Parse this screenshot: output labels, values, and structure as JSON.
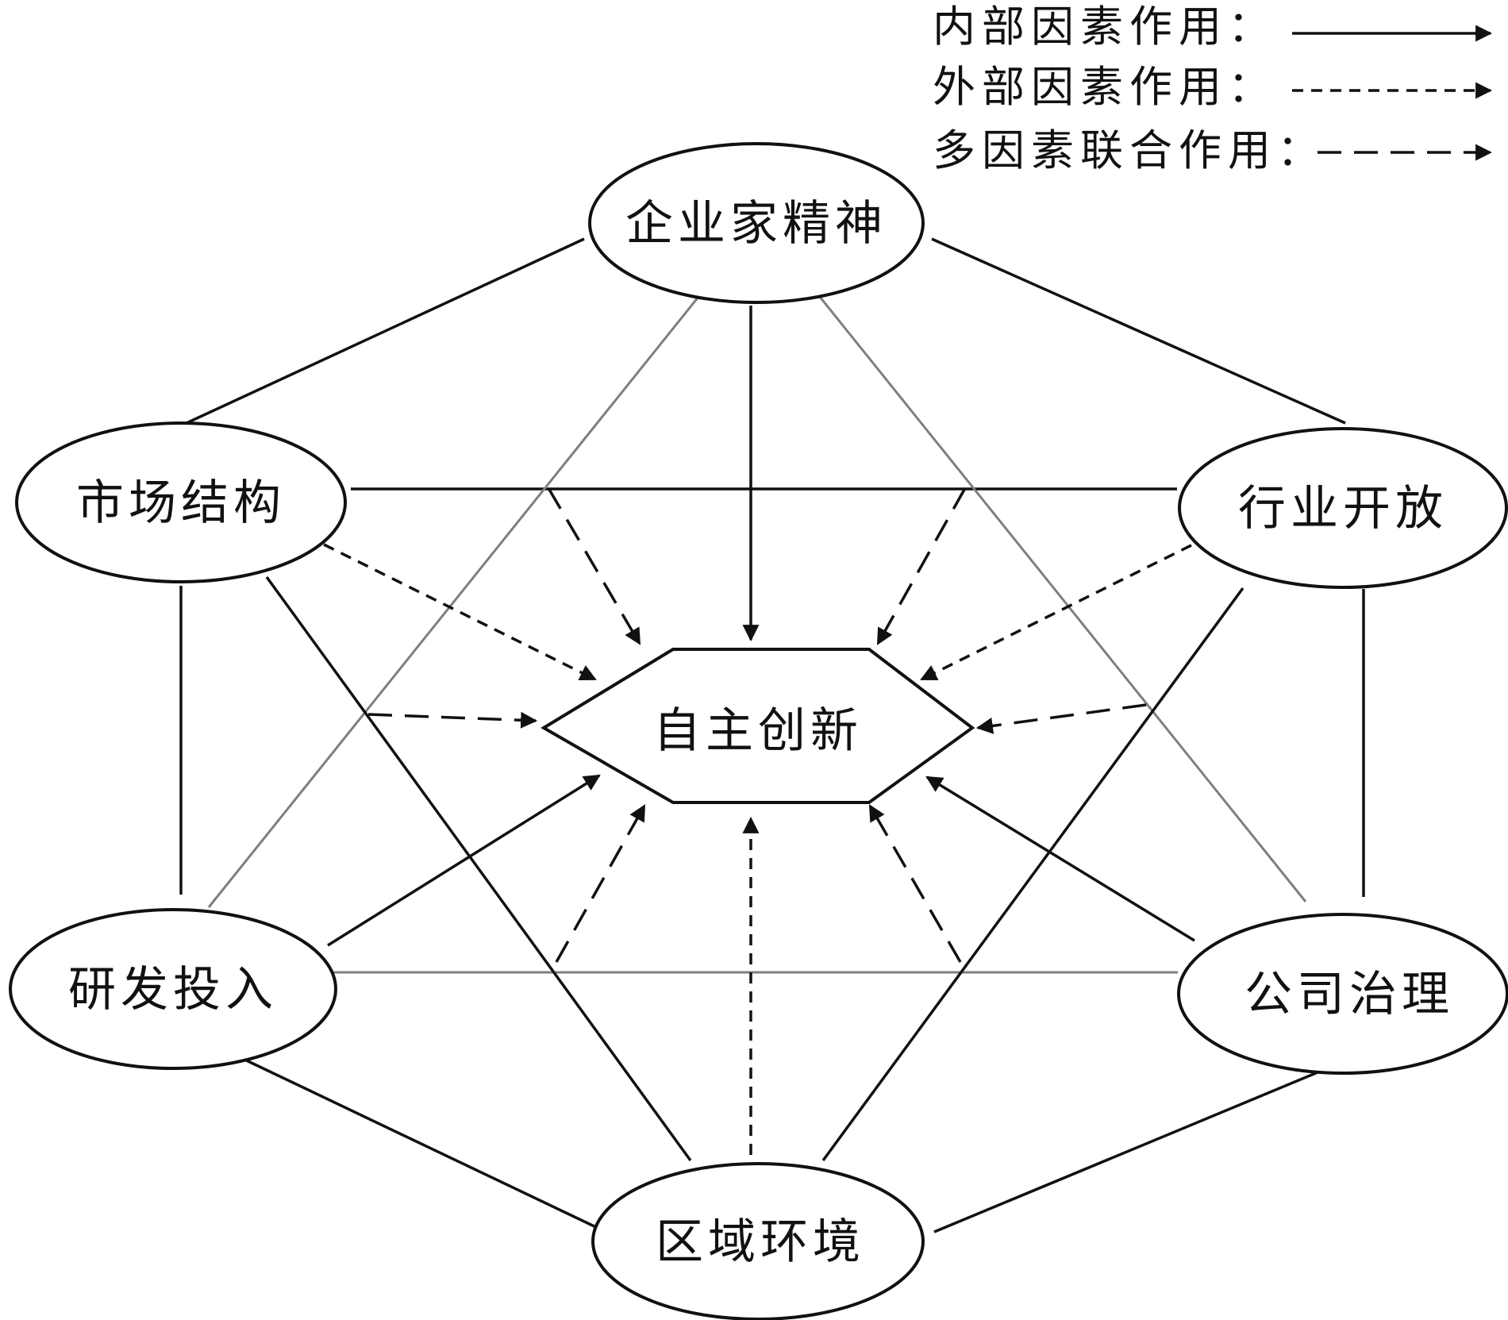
{
  "legend": {
    "internal_label": "内部因素作用：",
    "external_label": "外部因素作用：",
    "joint_label": "多因素联合作用："
  },
  "center": {
    "label": "自主创新"
  },
  "nodes": {
    "entrepreneurship": "企业家精神",
    "market_structure": "市场结构",
    "industry_openness": "行业开放",
    "rd_investment": "研发投入",
    "corporate_governance": "公司治理",
    "regional_environment": "区域环境"
  },
  "colors": {
    "line": "#111111",
    "gray_line": "#7f7f7f",
    "background": "#ffffff"
  }
}
